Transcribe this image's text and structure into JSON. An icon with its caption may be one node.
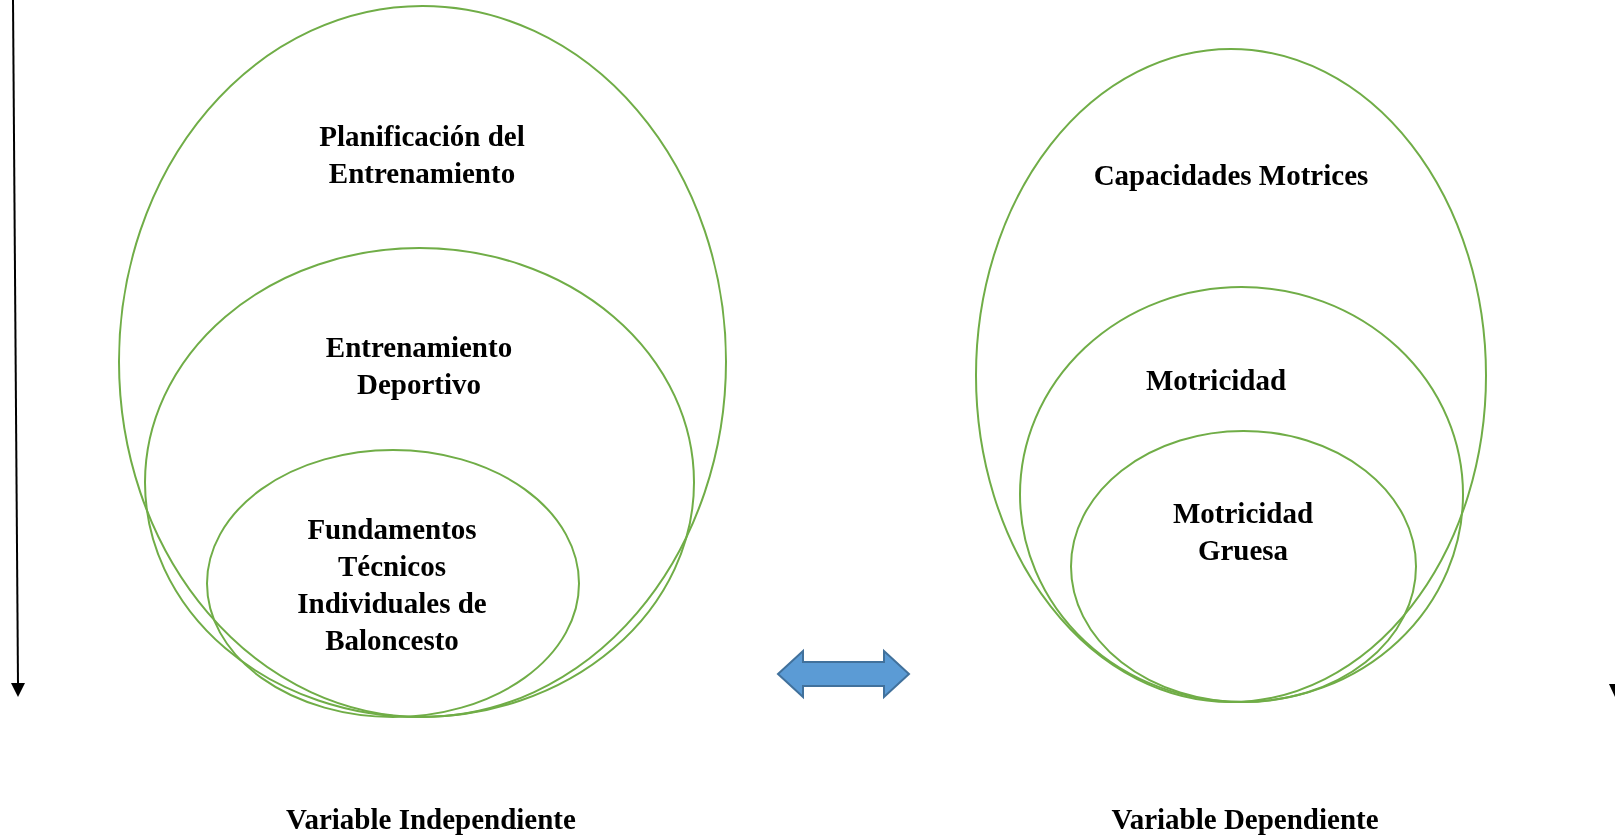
{
  "diagram": {
    "nodes": [
      {
        "text": [
          "Planificación del Entrenamiento"
        ],
        "beside": [
          "Variable Independiente"
        ]
      },
      {
        "text": [
          "Entrenamiento Deportivo"
        ],
        "in": 0
      },
      {
        "text": [
          "Fundamentos Técnicos Individuales de Baloncesto"
        ],
        "in": 1
      },
      {
        "text": [
          "Capacidades Motrices"
        ],
        "beside": [
          "Variable Dependiente"
        ]
      },
      {
        "text": [
          "Motricidad"
        ],
        "in": 3
      },
      {
        "text": [
          "Motricidad Gruesa"
        ],
        "in": 4
      }
    ],
    "edges": [
      {
        "from": 0,
        "to": 3,
        "arrow": "both"
      }
    ]
  }
}
